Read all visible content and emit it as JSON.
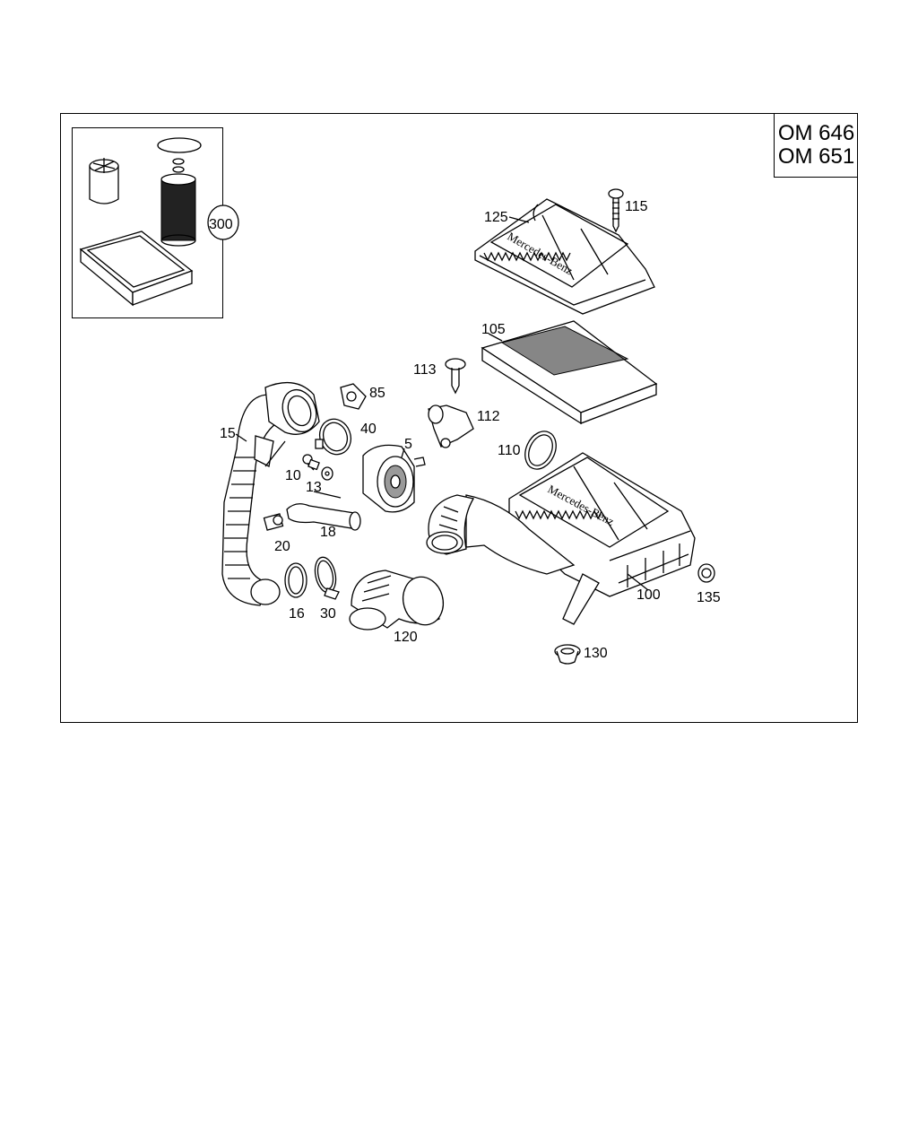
{
  "engine_codes": [
    "OM 646",
    "OM 651"
  ],
  "brand_lettering": "Mercedes-Benz",
  "part_labels": {
    "p300": "300",
    "p125": "125",
    "p115": "115",
    "p105": "105",
    "p113": "113",
    "p112": "112",
    "p110": "110",
    "p85": "85",
    "p40": "40",
    "p5": "5",
    "p15": "15",
    "p10": "10",
    "p13": "13",
    "p20": "20",
    "p18": "18",
    "p16": "16",
    "p30": "30",
    "p120": "120",
    "p100": "100",
    "p135": "135",
    "p130": "130"
  }
}
